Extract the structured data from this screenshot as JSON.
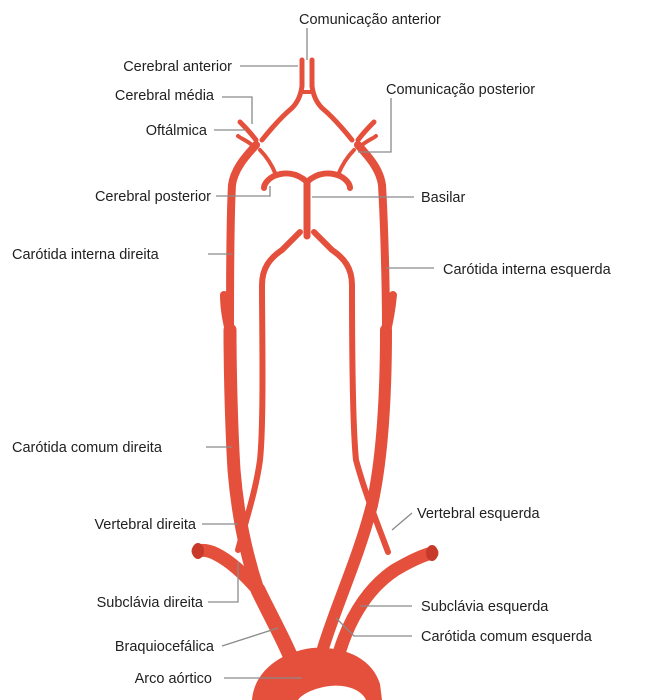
{
  "colors": {
    "artery": "#e5503c",
    "artery_highlight": "#f27a65",
    "leader_line": "#8a8a8a",
    "text": "#1f1f1f",
    "background": "#ffffff"
  },
  "labels": {
    "comunicacao_anterior": "Comunicação anterior",
    "cerebral_anterior": "Cerebral anterior",
    "cerebral_media": "Cerebral média",
    "oftalmica": "Oftálmica",
    "comunicacao_posterior": "Comunicação posterior",
    "cerebral_posterior": "Cerebral posterior",
    "basilar": "Basilar",
    "carotida_interna_direita": "Carótida interna direita",
    "carotida_interna_esquerda": "Carótida interna esquerda",
    "carotida_comum_direita": "Carótida comum direita",
    "vertebral_direita": "Vertebral direita",
    "vertebral_esquerda": "Vertebral esquerda",
    "subclavia_direita": "Subclávia direita",
    "subclavia_esquerda": "Subclávia esquerda",
    "braquiocefalica": "Braquiocefálica",
    "carotida_comum_esquerda": "Carótida comum esquerda",
    "arco_aortico": "Arco aórtico"
  }
}
